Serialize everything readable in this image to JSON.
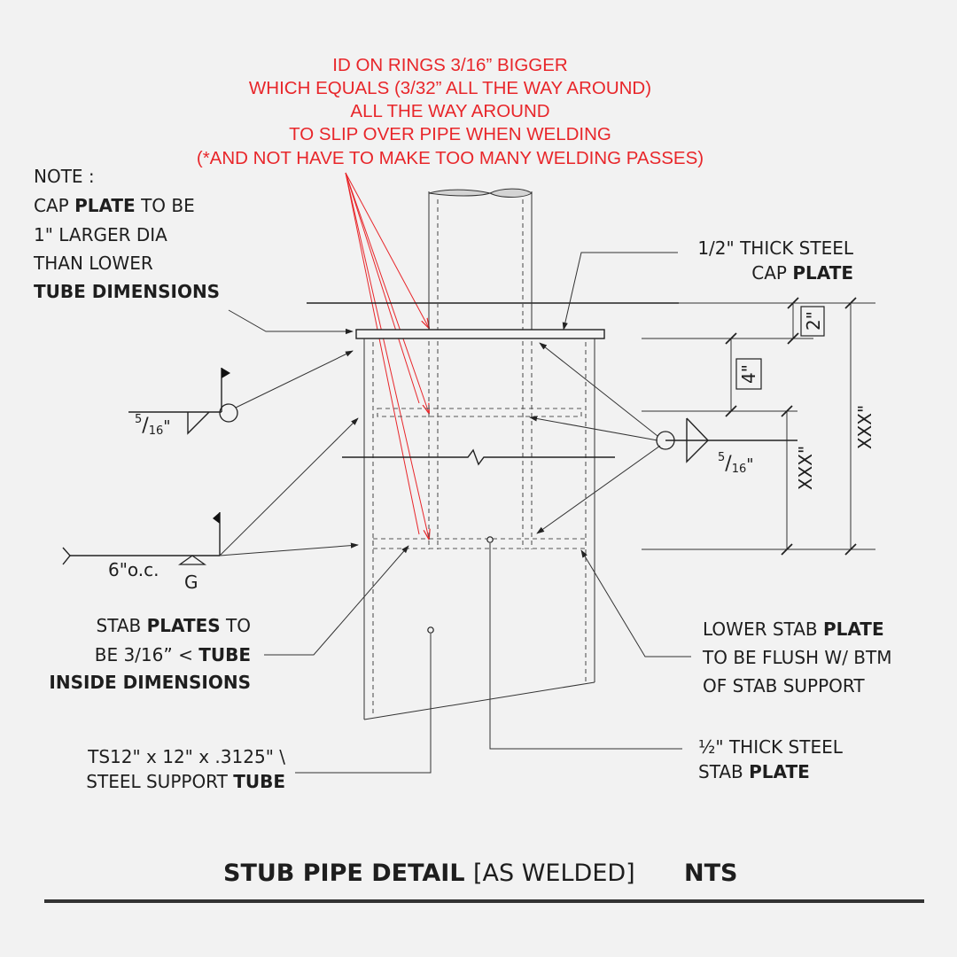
{
  "red_note": {
    "line1": "ID ON RINGS 3/16” BIGGER",
    "line2": "WHICH EQUALS (3/32” ALL THE WAY AROUND)",
    "line3": "ALL THE WAY AROUND",
    "line4": "TO SLIP OVER PIPE WHEN WELDING",
    "line5": "(*AND NOT HAVE TO MAKE TOO MANY WELDING PASSES)"
  },
  "note": {
    "line1": "NOTE :",
    "line2_a": "CAP ",
    "line2_b": "PLATE",
    "line2_c": " TO BE",
    "line3": "1\" LARGER DIA",
    "line4": "THAN LOWER",
    "line5": "TUBE DIMENSIONS"
  },
  "cap_plate": {
    "line1": "1/2\" THICK STEEL",
    "line2_a": "CAP ",
    "line2_b": "PLATE"
  },
  "dims": {
    "d2": "2\"",
    "d4": "4\"",
    "xxx_inner": "XXX\"",
    "xxx_outer": "XXX\""
  },
  "welds": {
    "left_top_num": "5",
    "left_top_den": "16",
    "left_top_unit": "\"",
    "right_num": "5",
    "right_den": "16",
    "right_unit": "\"",
    "spacing": "6\"o.c.",
    "grind": "G"
  },
  "stab_plates": {
    "line1_a": "STAB ",
    "line1_b": "PLATES",
    "line1_c": " TO",
    "line2_a": "BE 3/16” < ",
    "line2_b": "TUBE",
    "line3": "INSIDE DIMENSIONS"
  },
  "lower_stab": {
    "line1_a": "LOWER STAB ",
    "line1_b": "PLATE",
    "line2": "TO BE FLUSH W/ BTM",
    "line3": "OF STAB SUPPORT"
  },
  "support_tube": {
    "line1": "TS12\" x 12\" x .3125\" \\",
    "line2_a": "STEEL SUPPORT ",
    "line2_b": "TUBE"
  },
  "stab_plate": {
    "line1": "½\" THICK STEEL",
    "line2_a": "STAB ",
    "line2_b": "PLATE"
  },
  "title": {
    "main": "STUB PIPE  DETAIL",
    "sub": "[AS WELDED]",
    "scale": "NTS"
  }
}
